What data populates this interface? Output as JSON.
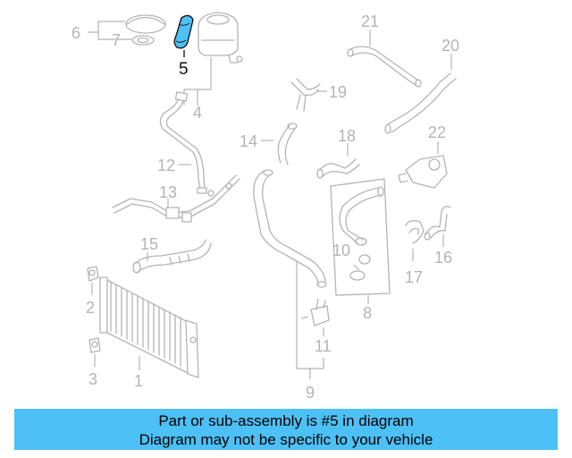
{
  "colors": {
    "highlight_part": "#4dc0f5",
    "line_art": "#b4b4b4",
    "banner_bg": "#4dc0f5"
  },
  "callouts": {
    "c1": "1",
    "c2": "2",
    "c3": "3",
    "c4": "4",
    "c5": "5",
    "c6": "6",
    "c7": "7",
    "c8": "8",
    "c9": "9",
    "c10": "10",
    "c11": "11",
    "c12": "12",
    "c13": "13",
    "c14": "14",
    "c15": "15",
    "c16": "16",
    "c17": "17",
    "c18": "18",
    "c19": "19",
    "c20": "20",
    "c21": "21",
    "c22": "22"
  },
  "highlighted_callout": "5",
  "banner": {
    "line1": "Part or sub-assembly is #5 in diagram",
    "line2": "Diagram may not be specific to your vehicle"
  }
}
